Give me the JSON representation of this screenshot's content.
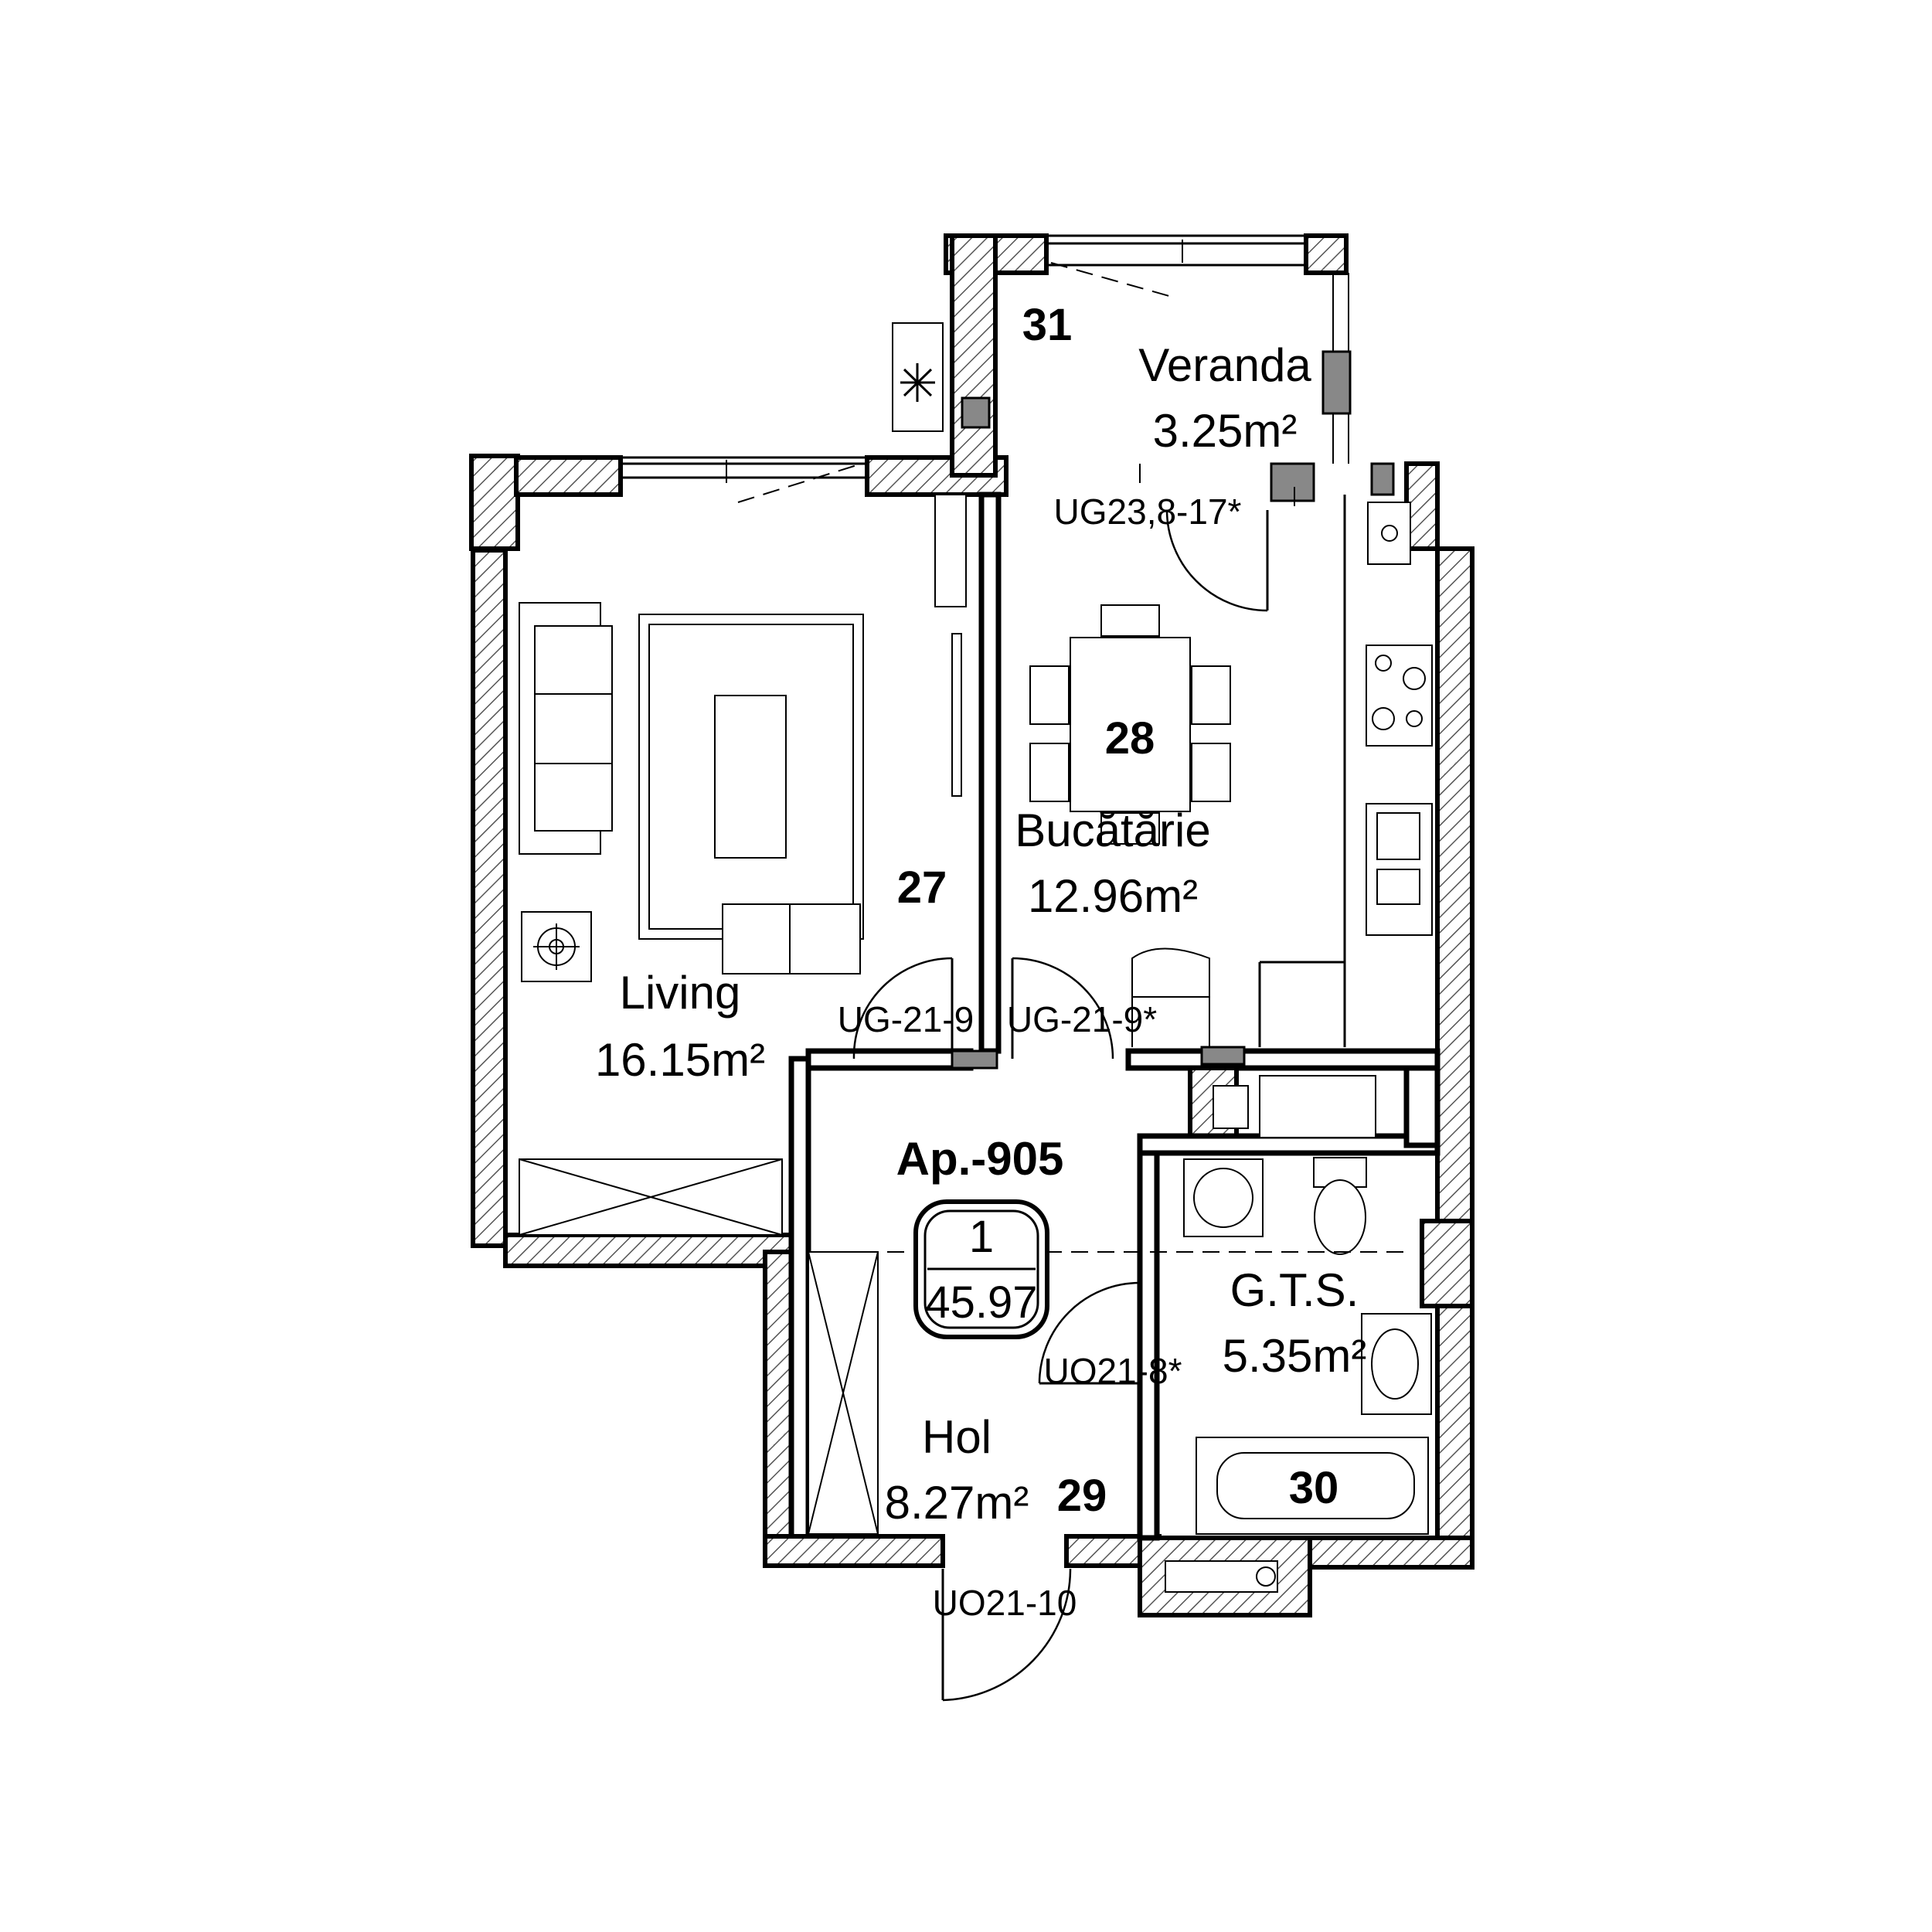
{
  "apartment": {
    "label": "Ap.-905",
    "rooms_count": "1",
    "total_area": "45.97"
  },
  "rooms": {
    "living": {
      "name": "Living",
      "area": "16.15m²",
      "number": "27"
    },
    "kitchen": {
      "name": "Bucătărie",
      "area": "12.96m²",
      "number": "28"
    },
    "hall": {
      "name": "Hol",
      "area": "8.27m²",
      "number": "29"
    },
    "bathroom": {
      "name": "G.T.S.",
      "area": "5.35m²",
      "number": "30"
    },
    "veranda": {
      "name": "Veranda",
      "area": "3.25m²",
      "number": "31"
    }
  },
  "doors": {
    "living_door": "UG-21-9",
    "kitchen_door": "UG-21-9*",
    "veranda_door": "UG23,8-17*",
    "bath_door": "UO21-8*",
    "entrance_door": "UO21-10"
  },
  "icons": [
    "snowflake-icon",
    "stove-icon",
    "sink-icon",
    "toilet-icon",
    "washing-machine-icon",
    "bathtub-icon",
    "washbasin-icon"
  ],
  "colors": {
    "wall": "#000000",
    "background": "#ffffff",
    "hatch": "#555555",
    "column": "#888888"
  }
}
